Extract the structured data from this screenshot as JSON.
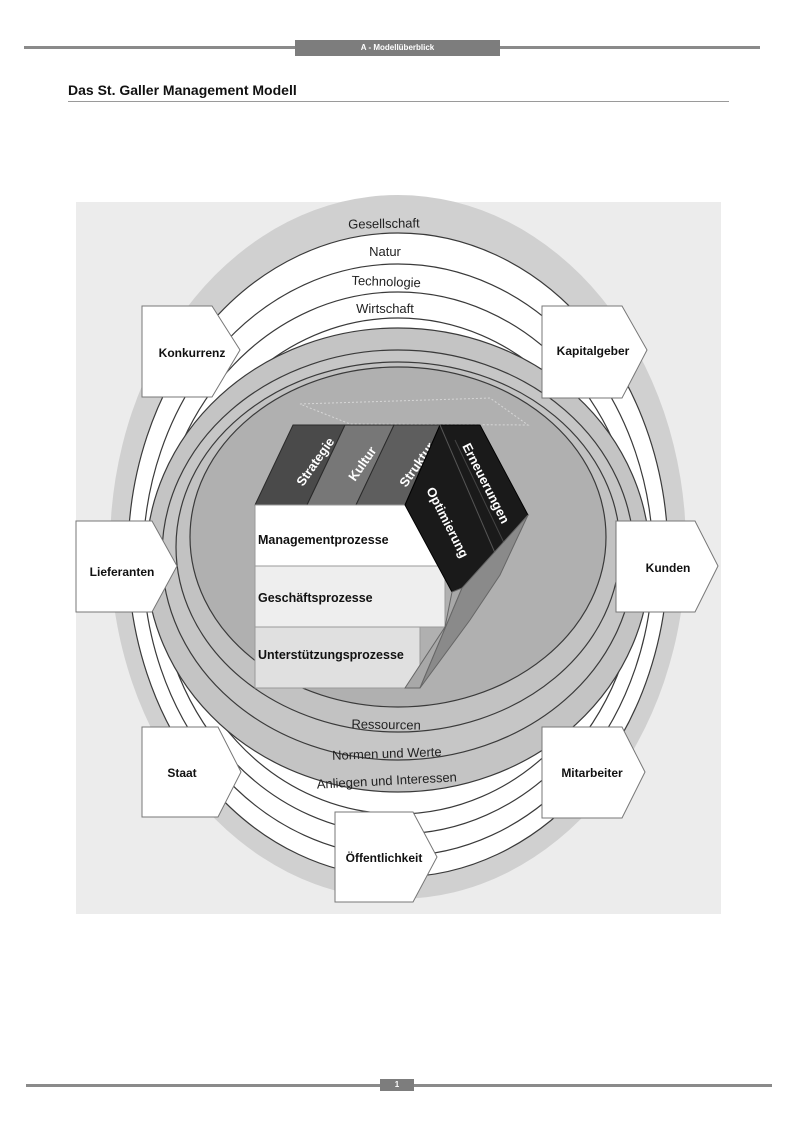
{
  "header": {
    "tab_label": "A -  Modellüberblick"
  },
  "page_title": "Das St. Galler Management Modell",
  "rings": {
    "outer": [
      "Gesellschaft",
      "Natur",
      "Technologie",
      "Wirtschaft"
    ],
    "inner": [
      "Ressourcen",
      "Normen und Werte",
      "Anliegen und Interessen"
    ]
  },
  "stakeholders": {
    "konkurrenz": "Konkurrenz",
    "kapitalgeber": "Kapitalgeber",
    "lieferanten": "Lieferanten",
    "kunden": "Kunden",
    "staat": "Staat",
    "mitarbeiter": "Mitarbeiter",
    "oeffentlichkeit": "Öffentlichkeit"
  },
  "cube": {
    "top": [
      "Strategie",
      "Kultur",
      "Struktur"
    ],
    "side": [
      "Erneuerungen",
      "Optimierung"
    ],
    "processes": [
      "Managementprozesse",
      "Geschäftsprozesse",
      "Unterstützungsprozesse"
    ]
  },
  "colors": {
    "dark": "#1a1a1a",
    "mid": "#6e6e6e",
    "ring_fill": "#c4c4c4",
    "inner_fill": "#b0b0b0"
  },
  "footer": {
    "page_number": "1"
  }
}
